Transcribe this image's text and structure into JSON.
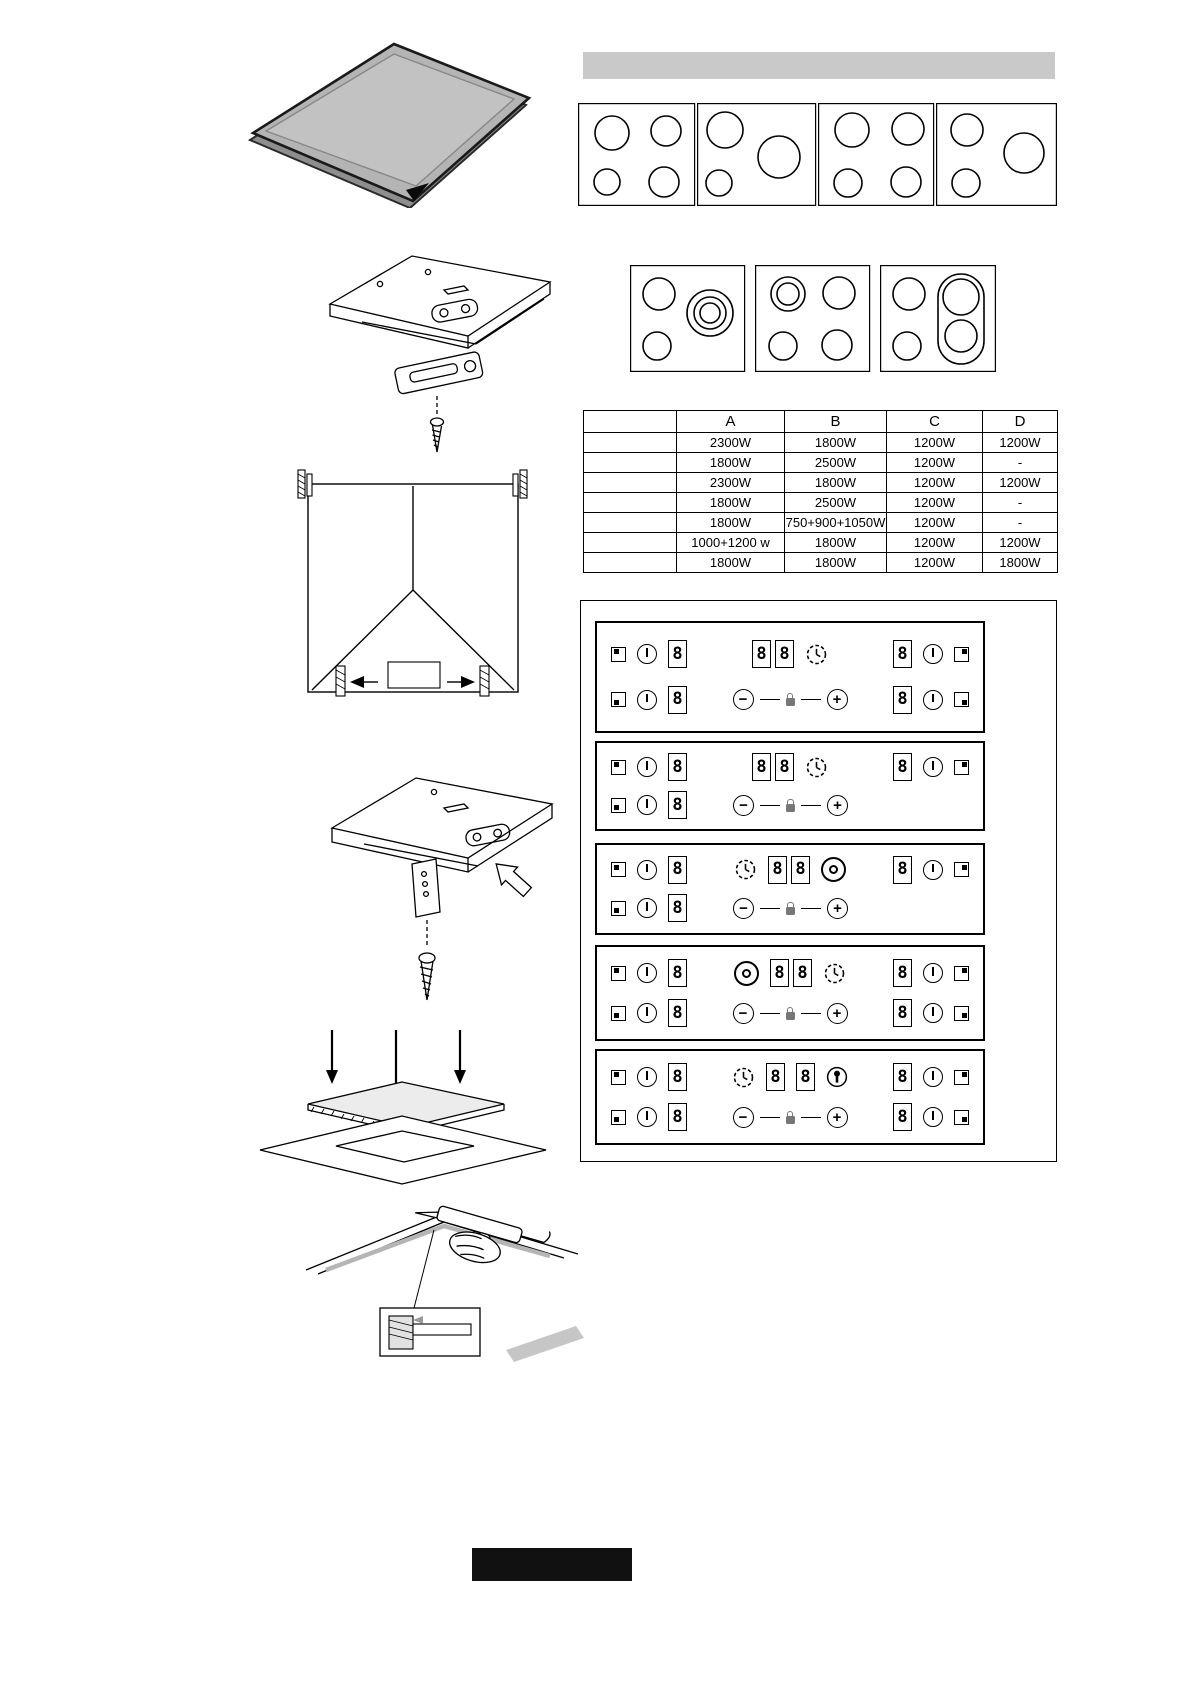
{
  "colors": {
    "header_bar": "#c9c9c9",
    "footer_bar": "#111111",
    "glass_gray": "#b4b4b4"
  },
  "power_table": {
    "col_headers": [
      "A",
      "B",
      "C",
      "D"
    ],
    "rows": [
      [
        "2300W",
        "1800W",
        "1200W",
        "1200W"
      ],
      [
        "1800W",
        "2500W",
        "1200W",
        "-"
      ],
      [
        "2300W",
        "1800W",
        "1200W",
        "1200W"
      ],
      [
        "1800W",
        "2500W",
        "1200W",
        "-"
      ],
      [
        "1800W",
        "750+900+1050W",
        "1200W",
        "-"
      ],
      [
        "1000+1200 w",
        "1800W",
        "1200W",
        "1200W"
      ],
      [
        "1800W",
        "1800W",
        "1200W",
        "1800W"
      ]
    ]
  },
  "control_panel": {
    "digit": "8",
    "plus": "+",
    "minus": "−"
  }
}
